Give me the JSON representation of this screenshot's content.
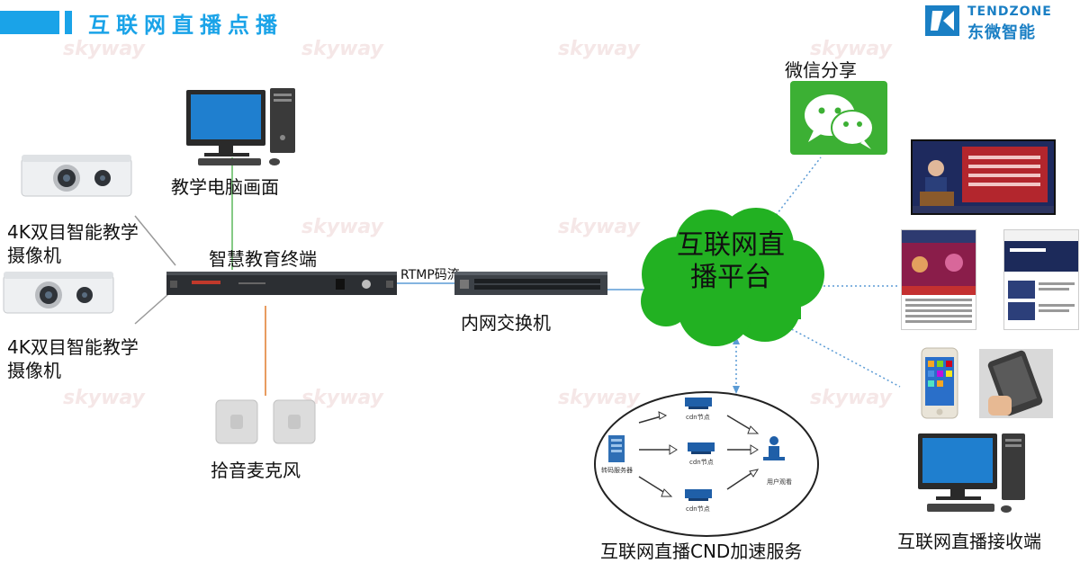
{
  "header": {
    "title": "互联网直播点播"
  },
  "logo": {
    "en": "TENDZONE",
    "cn": "东微智能",
    "watermark": "skyway"
  },
  "nodes": {
    "pc": "教学电脑画面",
    "camera1": "4K双目智能教学摄像机",
    "camera2": "4K双目智能教学摄像机",
    "terminal": "智慧教育终端",
    "rtmp": "RTMP码流",
    "switch": "内网交换机",
    "mic": "拾音麦克风",
    "platform": "互联网直播平台",
    "wechat": "微信分享",
    "cdn": "互联网直播CND加速服务",
    "receiver": "互联网直播接收端"
  },
  "cdn_diagram": {
    "server": "转码服务器",
    "node1": "cdn节点",
    "node2": "cdn节点",
    "node3": "cdn节点",
    "user": "用户观看"
  },
  "colors": {
    "accent": "#1aa3e8",
    "cloud": "#22b122",
    "wechat": "#3cb034",
    "mic_line": "#e07b2a",
    "pc_line": "#5cb85c",
    "dotted": "#5b9bd5"
  }
}
